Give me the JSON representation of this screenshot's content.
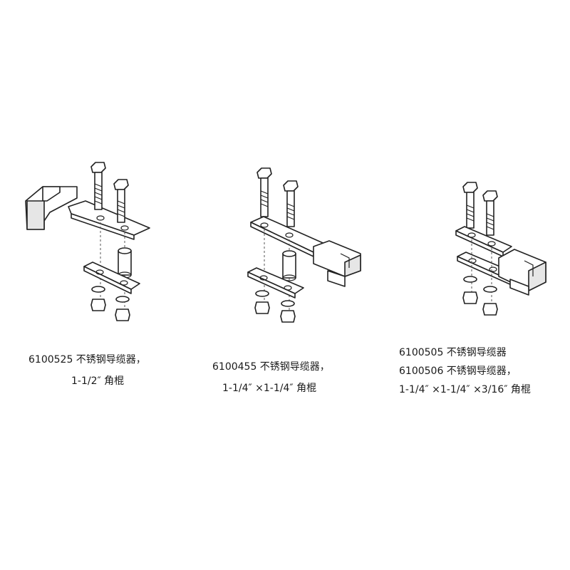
{
  "items": [
    {
      "line1": "6100525 不锈钢导缆器，",
      "line2": "1-1/2″  角棍"
    },
    {
      "line1": "6100455 不锈钢导缆器，",
      "line2": "1-1/4″  ×1-1/4″  角棍"
    },
    {
      "line1": "6100505 不锈钢导缆器",
      "line2": "6100506 不锈钢导缆器，",
      "line3": "1-1/4″  ×1-1/4″  ×3/16″  角棍"
    }
  ]
}
